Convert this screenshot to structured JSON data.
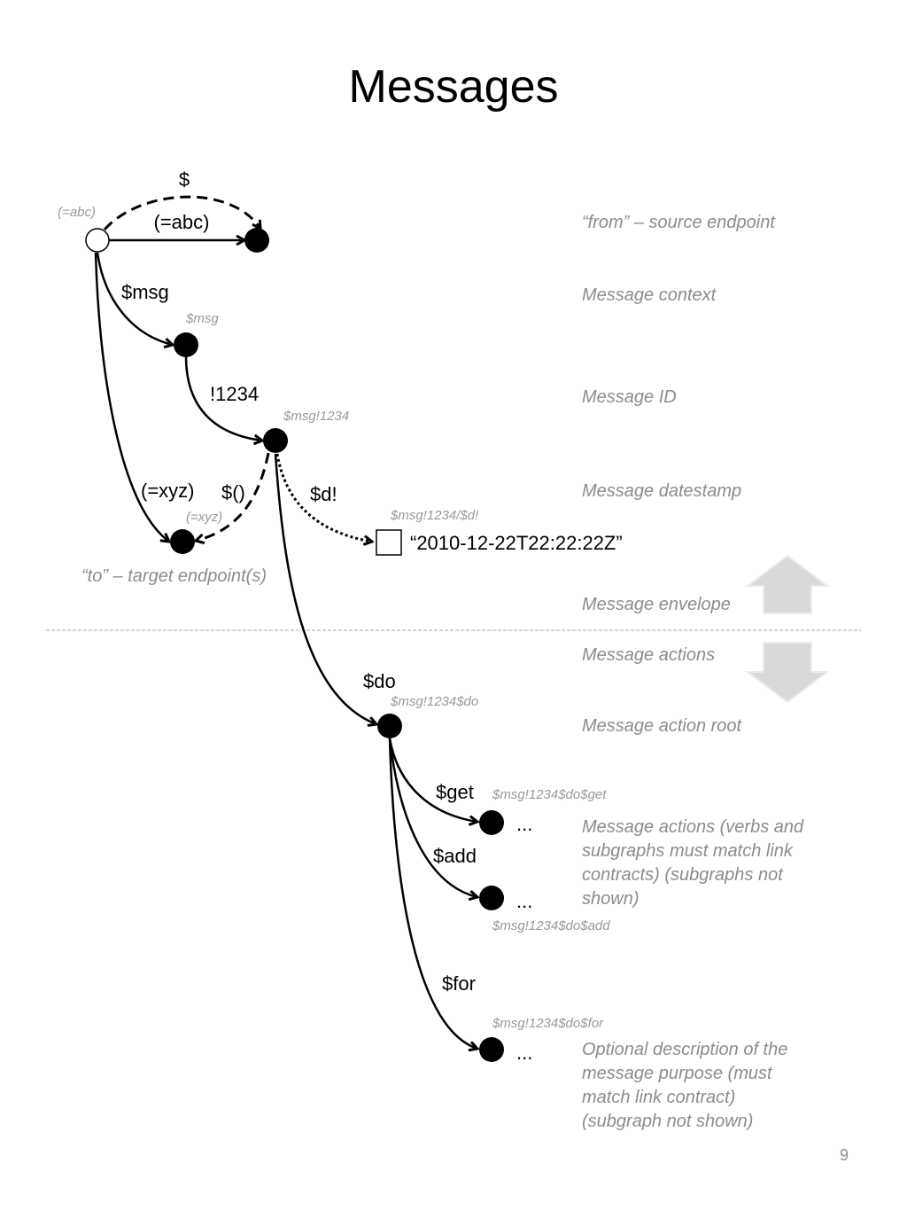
{
  "title": "Messages",
  "page_number": "9",
  "colors": {
    "edge": "#000000",
    "annotation": "#8c8c8c",
    "node_label": "#999999",
    "arrow_fill": "#d9d9d9",
    "divider": "#aaaaaa"
  },
  "edge_labels": {
    "dollar": "$",
    "abc": "(=abc)",
    "msg": "$msg",
    "id": "!1234",
    "xyz": "(=xyz)",
    "empty": "$()",
    "d": "$d!",
    "do": "$do",
    "get": "$get",
    "add": "$add",
    "for": "$for"
  },
  "node_labels": {
    "abc": "(=abc)",
    "msg": "$msg",
    "msg_id": "$msg!1234",
    "xyz": "(=xyz)",
    "datestamp": "$msg!1234/$d!",
    "do": "$msg!1234$do",
    "get": "$msg!1234$do$get",
    "add": "$msg!1234$do$add",
    "for": "$msg!1234$do$for"
  },
  "datestamp_value": "“2010-12-22T22:22:22Z”",
  "ellipsis": "...",
  "annotations": {
    "from": "“from” – source endpoint",
    "context": "Message context",
    "id": "Message ID",
    "datestamp": "Message datestamp",
    "to": "“to” – target endpoint(s)",
    "envelope": "Message envelope",
    "actions": "Message actions",
    "action_root": "Message action root",
    "actions_desc": [
      "Message actions (verbs and",
      "subgraphs must match link",
      "contracts) (subgraphs not",
      "shown)"
    ],
    "optional_desc": [
      "Optional description of the",
      "message purpose (must",
      "match link contract)",
      "(subgraph not shown)"
    ]
  }
}
